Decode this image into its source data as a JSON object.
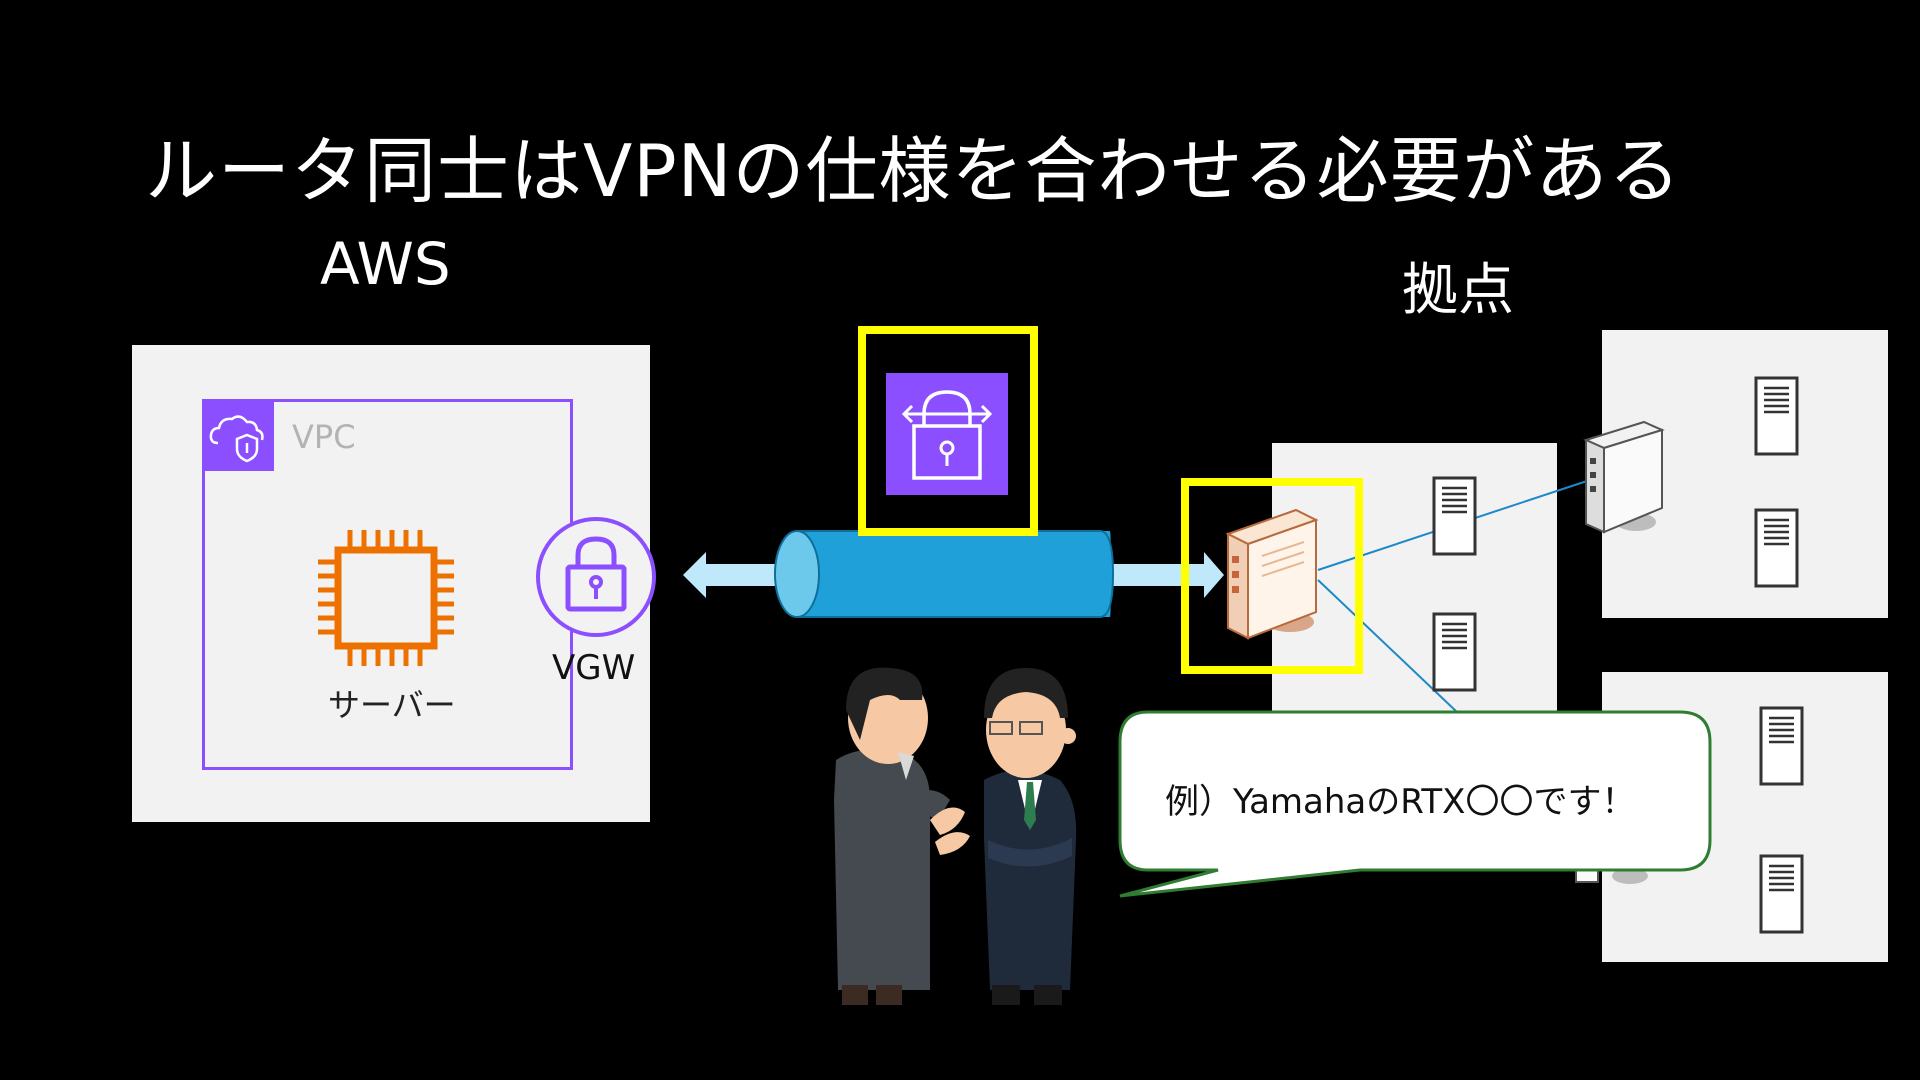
{
  "title": "ルータ同士はVPNの仕様を合わせる必要がある",
  "aws_label": "AWS",
  "site_label": "拠点",
  "vpc_label": "VPC",
  "server_label": "サーバー",
  "vgw_label": "VGW",
  "speech_bubble": "例）YamahaのRTX〇〇です！",
  "colors": {
    "background": "#000000",
    "panel": "#f2f2f2",
    "vpc_purple": "#8c4fff",
    "ec2_orange": "#ed7100",
    "highlight_yellow": "#ffff00",
    "tunnel_blue": "#1fa0d8",
    "arrow_light_blue": "#bfe9fb",
    "bubble_border": "#2e7d32"
  },
  "icons": [
    "cloud-shield-icon",
    "chip-icon",
    "lock-icon",
    "vpn-lock-icon",
    "router-icon",
    "server-tower-icon",
    "people-icon"
  ]
}
